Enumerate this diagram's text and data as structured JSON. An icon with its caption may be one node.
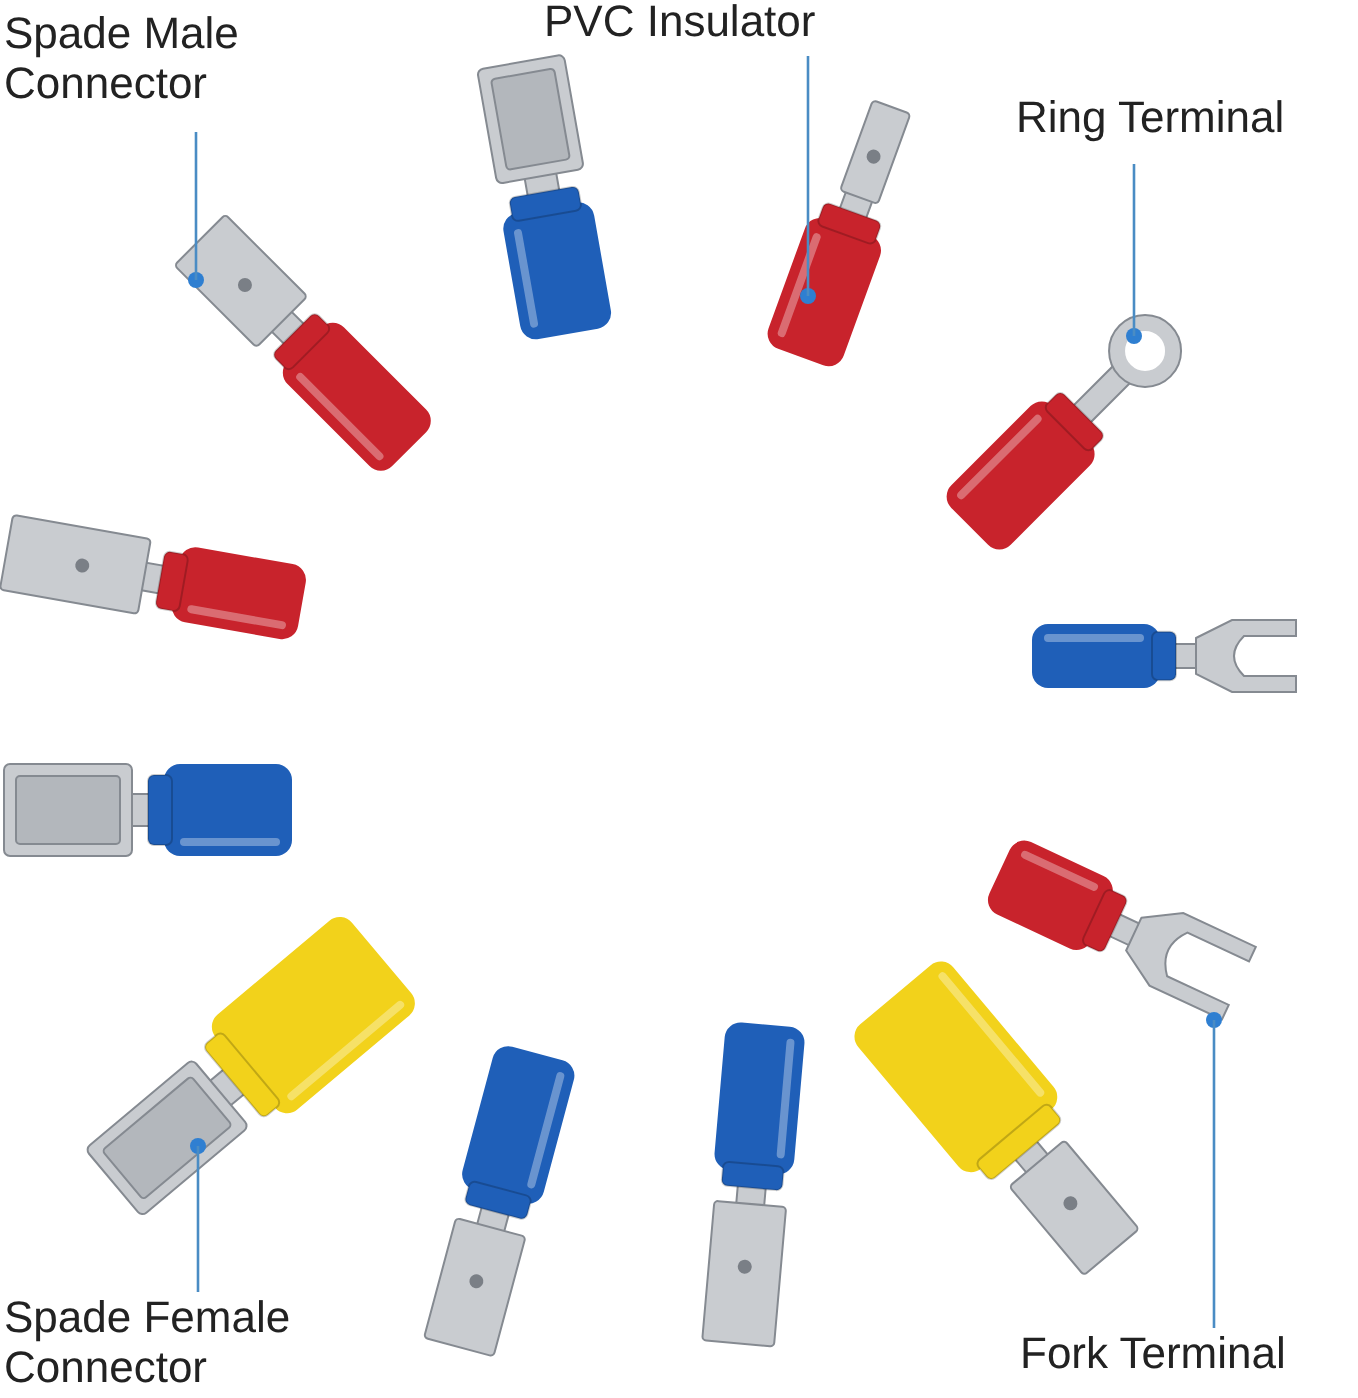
{
  "diagram": {
    "nodes": [
      {
        "text": [
          "Spade Male Connector"
        ]
      },
      {
        "text": [],
        "shape": "picture"
      },
      {
        "text": [
          "PVC Insulator"
        ]
      },
      {
        "text": [],
        "shape": "picture"
      },
      {
        "text": [
          "Ring Terminal"
        ]
      },
      {
        "text": [],
        "shape": "picture"
      },
      {
        "text": [
          "Fork Terminal"
        ]
      },
      {
        "text": [],
        "shape": "picture"
      },
      {
        "text": [
          "Spade Female Connector"
        ]
      },
      {
        "text": [],
        "shape": "picture"
      }
    ],
    "edges": [
      {
        "from": 0,
        "to": 1,
        "arrow": "none"
      },
      {
        "from": 2,
        "to": 3,
        "arrow": "none"
      },
      {
        "from": 4,
        "to": 5,
        "arrow": "none"
      },
      {
        "from": 6,
        "to": 7,
        "arrow": "none"
      },
      {
        "from": 8,
        "to": 9,
        "arrow": "none"
      }
    ]
  }
}
